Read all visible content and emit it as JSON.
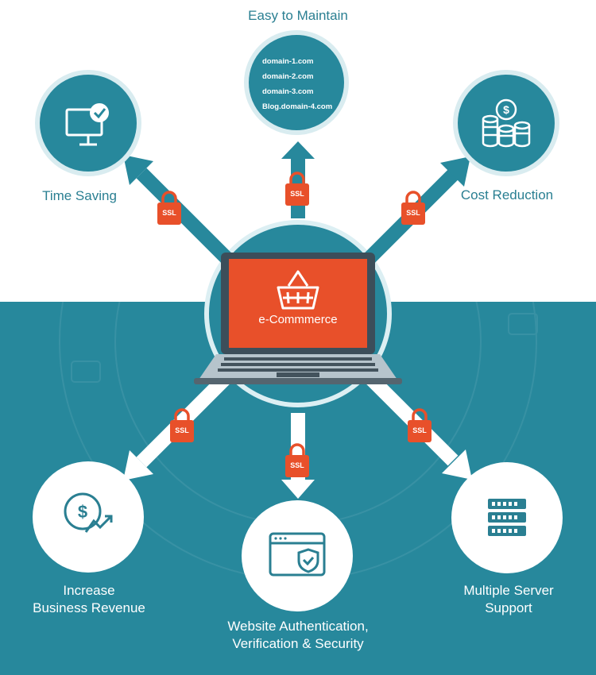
{
  "center": {
    "label": "e-Commmerce",
    "icon": "shopping-basket-icon"
  },
  "benefits": {
    "easy_to_maintain": {
      "label": "Easy to Maintain",
      "domains": [
        "domain-1.com",
        "domain-2.com",
        "domain-3.com",
        "Blog.domain-4.com"
      ]
    },
    "time_saving": {
      "label": "Time Saving",
      "icon": "monitor-check-icon"
    },
    "cost_reduction": {
      "label": "Cost Reduction",
      "icon": "coins-stack-icon"
    },
    "increase_revenue": {
      "line1": "Increase",
      "line2": "Business Revenue",
      "icon": "dollar-growth-icon"
    },
    "website_auth": {
      "line1": "Website Authentication,",
      "line2": "Verification & Security",
      "icon": "browser-shield-icon"
    },
    "multiple_server": {
      "line1": "Multiple Server",
      "line2": "Support",
      "icon": "server-rack-icon"
    }
  },
  "ssl_badge": "SSL",
  "colors": {
    "teal": "#27889c",
    "circle_teal": "#2a7f92",
    "orange": "#e8502a",
    "white": "#ffffff"
  }
}
